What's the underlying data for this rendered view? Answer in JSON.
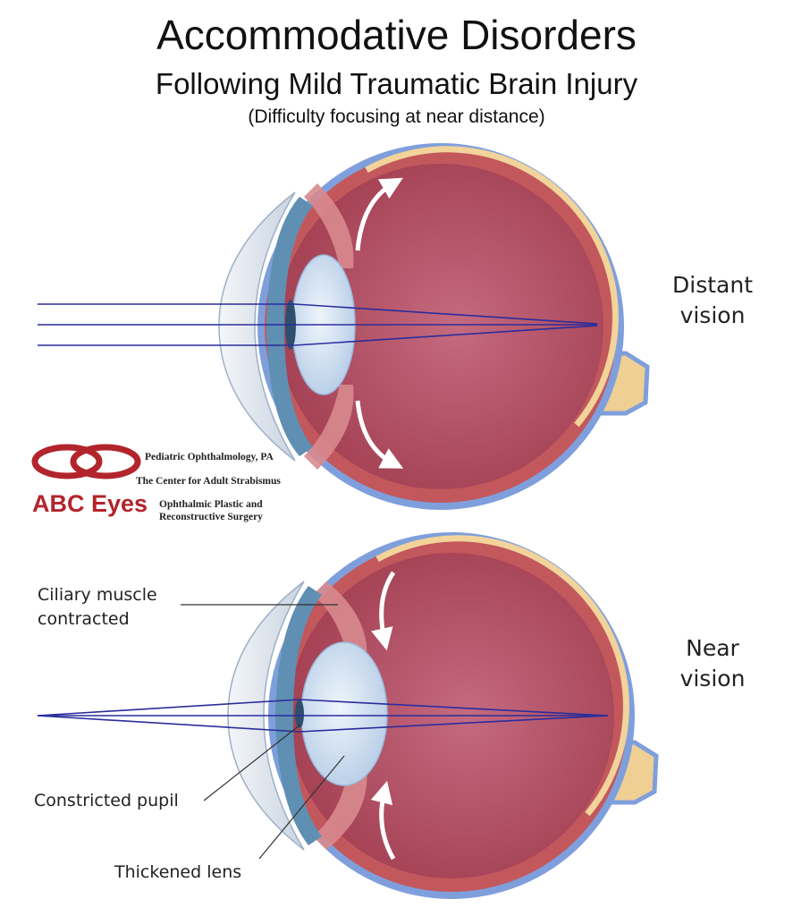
{
  "header": {
    "title": "Accommodative Disorders",
    "subtitle": "Following Mild Traumatic Brain Injury",
    "note": "(Difficulty focusing at near distance)"
  },
  "distant": {
    "label_line1": "Distant",
    "label_line2": "vision"
  },
  "near": {
    "label_line1": "Near",
    "label_line2": "vision"
  },
  "callouts": {
    "ciliary_line1": "Ciliary muscle",
    "ciliary_line2": "contracted",
    "pupil": "Constricted pupil",
    "lens": "Thickened lens"
  },
  "logo": {
    "brand": "ABC Eyes",
    "line1": "Pediatric Ophthalmology, PA",
    "line2": "The Center for Adult Strabismus",
    "line3": "Ophthalmic Plastic and",
    "line4": "Reconstructive Surgery"
  },
  "colors": {
    "sclera": "#7f9fdc",
    "choroid": "#c2585c",
    "vitreous": "#b34a5e",
    "retina": "#f2d39a",
    "lens": "#d8e8f8",
    "ray": "#2b2d9c",
    "brand": "#b2252c"
  }
}
